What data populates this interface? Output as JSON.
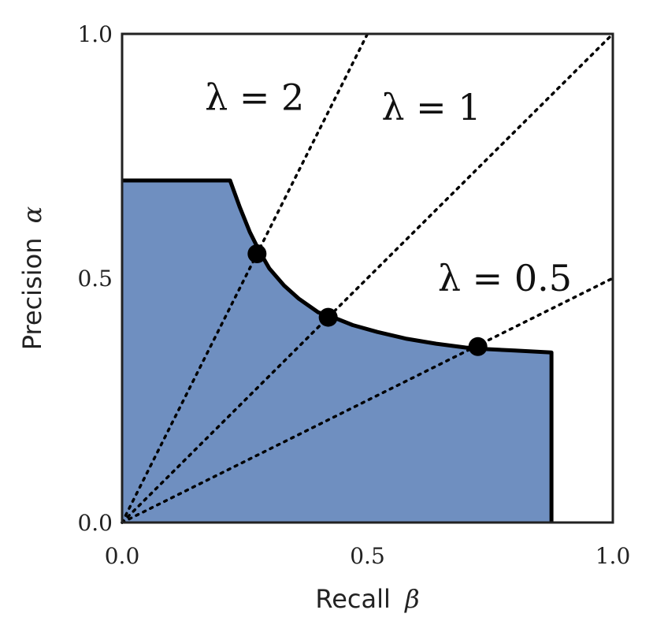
{
  "chart_data": {
    "type": "area",
    "xlabel": {
      "text": "Recall",
      "symbol": "β"
    },
    "ylabel": {
      "text": "Precision",
      "symbol": "α"
    },
    "xlim": [
      0,
      1
    ],
    "ylim": [
      0,
      1
    ],
    "grid": false,
    "x_ticks": [
      {
        "value": 0,
        "label": "0.0"
      },
      {
        "value": 0.5,
        "label": "0.5"
      },
      {
        "value": 1,
        "label": "1.0"
      }
    ],
    "y_ticks": [
      {
        "value": 0,
        "label": "0.0"
      },
      {
        "value": 0.5,
        "label": "0.5"
      },
      {
        "value": 1,
        "label": "1.0"
      }
    ],
    "colors": {
      "region_fill": "#6f8fc0",
      "boundary": "#000000",
      "axes": "#222222"
    },
    "region_boundary": {
      "x": [
        0,
        0.22,
        0.24,
        0.26,
        0.28,
        0.3,
        0.33,
        0.36,
        0.4,
        0.43,
        0.47,
        0.52,
        0.58,
        0.64,
        0.7,
        0.74,
        0.8,
        0.875,
        0.875,
        0
      ],
      "y": [
        0.7,
        0.7,
        0.645,
        0.595,
        0.555,
        0.52,
        0.485,
        0.458,
        0.43,
        0.42,
        0.404,
        0.39,
        0.376,
        0.366,
        0.358,
        0.355,
        0.352,
        0.348,
        0,
        0
      ]
    },
    "reference_lines": [
      {
        "label_prefix": "λ = ",
        "value": "2",
        "slope": 2,
        "label_at": [
          0.27,
          0.87
        ]
      },
      {
        "label_prefix": "λ = ",
        "value": "1",
        "slope": 1,
        "label_at": [
          0.63,
          0.85
        ]
      },
      {
        "label_prefix": "λ = ",
        "value": "0.5",
        "slope": 0.5,
        "label_at": [
          0.78,
          0.5
        ]
      }
    ],
    "points": [
      {
        "x": 0.275,
        "y": 0.55
      },
      {
        "x": 0.42,
        "y": 0.42
      },
      {
        "x": 0.725,
        "y": 0.36
      }
    ]
  }
}
